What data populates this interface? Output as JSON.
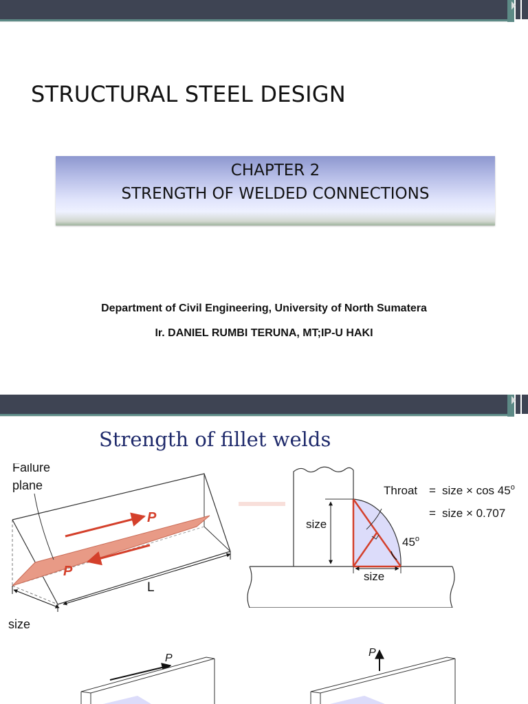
{
  "slide1": {
    "title": "STRUCTURAL STEEL DESIGN",
    "chapter_line1": "CHAPTER 2",
    "chapter_line2": "STRENGTH OF WELDED CONNECTIONS",
    "department": "Department of Civil Engineering, University of North Sumatera",
    "author": "Ir. DANIEL RUMBI TERUNA, MT;IP-U HAKI"
  },
  "slide2": {
    "title": "Strength of  fillet welds",
    "fig_left": {
      "failure_line1": "Failure",
      "failure_line2": "plane",
      "force_top": "P",
      "force_bottom": "P",
      "length_label": "L",
      "size_label": "size"
    },
    "fig_right": {
      "throat_label": "Throat",
      "eq1_sign": "=",
      "eq1_expr": "size × cos 45",
      "eq1_deg": "o",
      "eq2_sign": "=",
      "eq2_expr": "size × 0.707",
      "size_vertical": "size",
      "size_horizontal": "size",
      "angle_value": "45",
      "angle_deg": "o"
    },
    "fig_bottom": {
      "force_left": "P",
      "force_right": "P"
    }
  },
  "colors": {
    "topbar_dark": "#3e4453",
    "topbar_teal": "#5d8a86",
    "weld_red": "#d4402b",
    "failure_plane": "#e89a86",
    "weld_fill": "#dcdcfa",
    "title2_color": "#1f2a6b"
  }
}
